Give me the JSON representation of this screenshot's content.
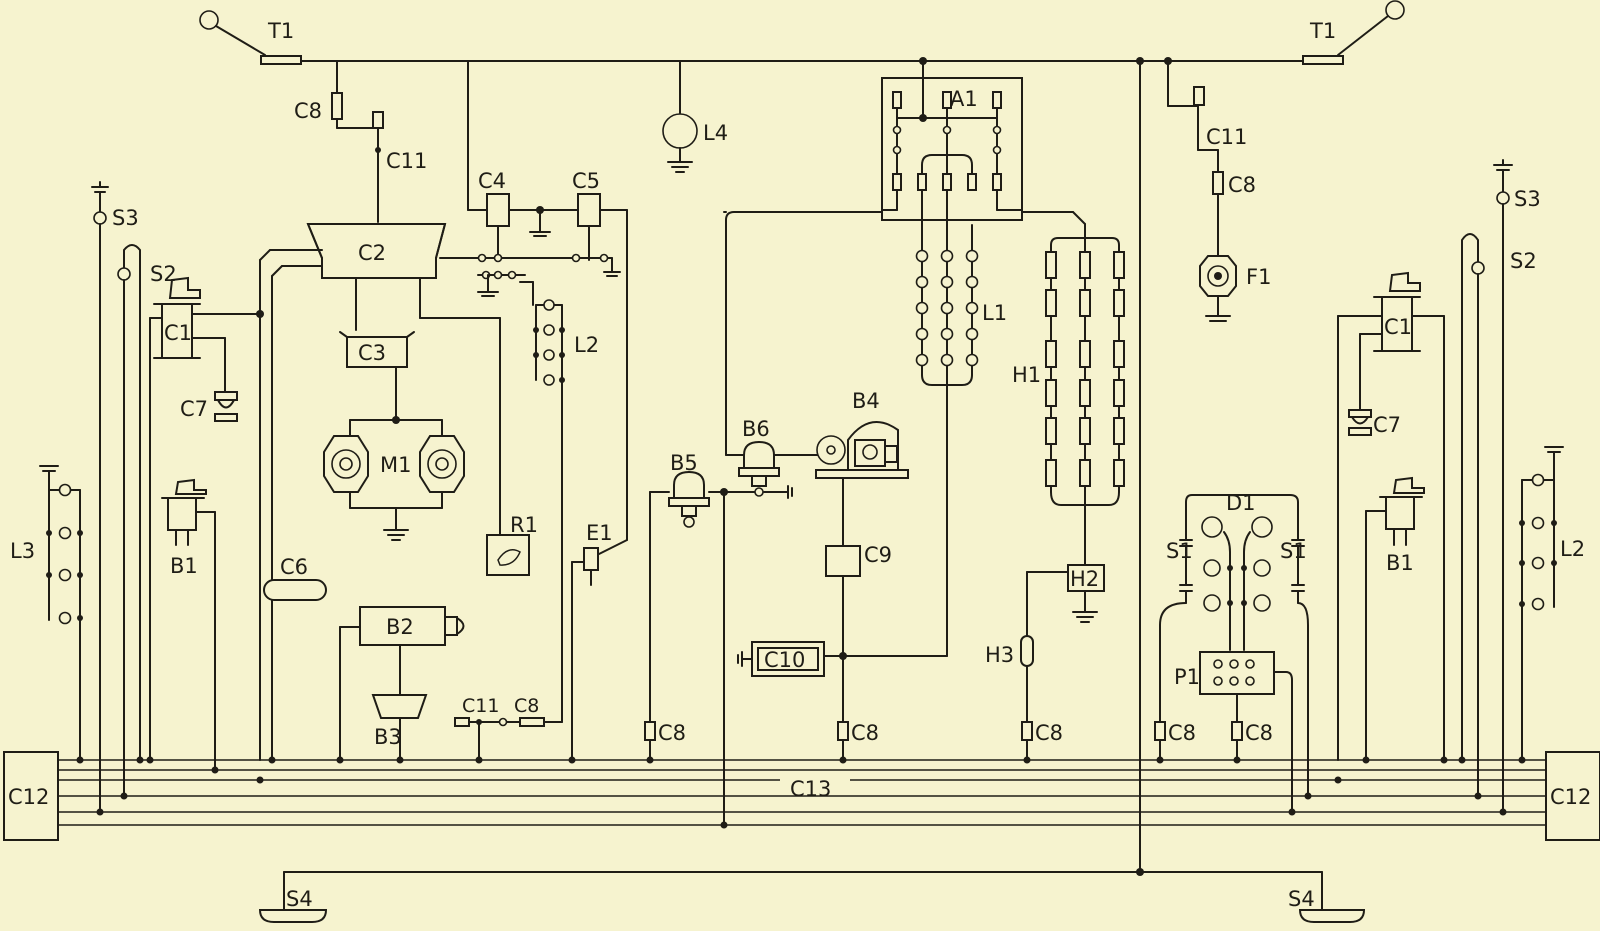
{
  "labels": {
    "t1_left": "T1",
    "t1_right": "T1",
    "c8_top": "C8",
    "c11_top": "C11",
    "l4": "L4",
    "c4": "C4",
    "c5": "C5",
    "a1": "A1",
    "c11_right": "C11",
    "c8_right": "C8",
    "s3_left": "S3",
    "s3_right": "S3",
    "s2_left": "S2",
    "s2_right": "S2",
    "c2": "C2",
    "c3": "C3",
    "c1_left": "C1",
    "c1_right": "C1",
    "c7_left": "C7",
    "c7_right": "C7",
    "l2_mid": "L2",
    "l2_right": "L2",
    "l1": "L1",
    "f1": "F1",
    "h1": "H1",
    "m1": "M1",
    "b4": "B4",
    "b5": "B5",
    "b6": "B6",
    "l3": "L3",
    "b1_left": "B1",
    "b1_right": "B1",
    "r1": "R1",
    "e1": "E1",
    "c6": "C6",
    "c9": "C9",
    "d1": "D1",
    "s1_left": "S1",
    "s1_right": "S1",
    "h2": "H2",
    "b2": "B2",
    "c10": "C10",
    "h3": "H3",
    "p1": "P1",
    "b3": "B3",
    "c11_low": "C11",
    "c8_low": "C8",
    "c8_b5": "C8",
    "c8_c9": "C8",
    "c8_h3": "C8",
    "c8_s1": "C8",
    "c8_p1": "C8",
    "c12_left": "C12",
    "c12_right": "C12",
    "c13": "C13",
    "s4_left": "S4",
    "s4_right": "S4"
  }
}
